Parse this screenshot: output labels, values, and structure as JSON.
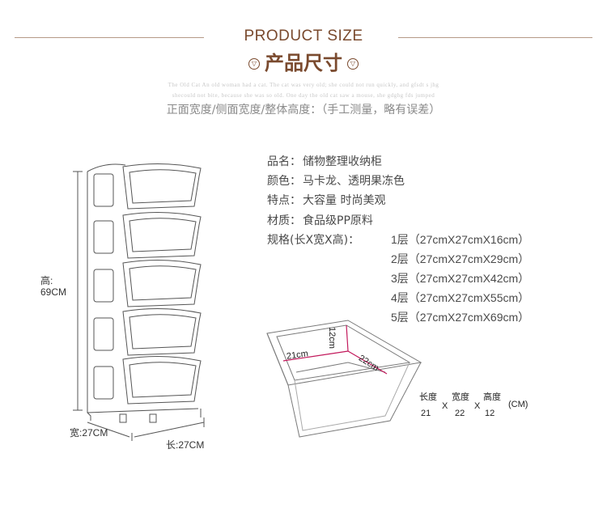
{
  "header": {
    "title_en": "PRODUCT SIZE",
    "title_zh": "产品尺寸",
    "decor_line_1": "The Old Cat An old woman had a cat. The cat was very old; she could not run quickly, and gfsdt s jhg",
    "decor_line_2": "shecould not bite, because she was so old. One day the old cat saw a mouse, she gdghg fds jumped",
    "subtitle": "正面宽度/侧面宽度/整体高度：（手工测量，略有误差）"
  },
  "specs": [
    {
      "label": "品名：",
      "value": "储物整理收纳柜"
    },
    {
      "label": "颜色：",
      "value": "马卡龙、透明果冻色"
    },
    {
      "label": "特点：",
      "value": "大容量 时尚美观"
    },
    {
      "label": "材质：",
      "value": "食品级PP原料"
    },
    {
      "label": "规格(长X宽X高)：",
      "value": ""
    }
  ],
  "layers": [
    "1层（27cmX27cmX16cm）",
    "2层（27cmX27cmX29cm）",
    "3层（27cmX27cmX42cm）",
    "4层（27cmX27cmX55cm）",
    "5层（27cmX27cmX69cm）"
  ],
  "cabinet": {
    "height_label": "高:",
    "height_value": "69CM",
    "width_label": "宽:27CM",
    "length_label": "长:27CM"
  },
  "drawer": {
    "dim_a": "12cm",
    "dim_b": "21cm",
    "dim_c": "22cm",
    "formula": {
      "length_label": "长度",
      "length_value": "21",
      "width_label": "宽度",
      "width_value": "22",
      "height_label": "高度",
      "height_value": "12",
      "times": "X",
      "unit": "(CM)"
    }
  },
  "colors": {
    "accent": "#7a4a2e",
    "line": "#b59a86",
    "text": "#4a4a4a",
    "dim_red": "#c2185b"
  }
}
